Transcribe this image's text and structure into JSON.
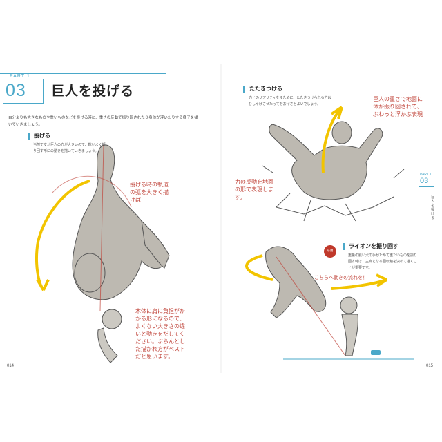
{
  "header": {
    "part_label": "PART 1",
    "part_number": "03",
    "title": "巨人を投げる"
  },
  "intro": "自分よりも大きなものや重いものなどを投げる時に、重さの反動で振り回されたり身体が浮いたりする様子を描いていきましょう。",
  "sections": [
    {
      "title": "投げる",
      "body": "当然ですが巨人の方が大きいので、靴いよく振り回す形にの動きを描いていきましょう。"
    },
    {
      "title": "たたきつける",
      "body": "力とのリアリティをまために、たたきつけられる方はひしゃげさせたっておおげさとよいでしょう。"
    },
    {
      "title": "ライオンを振り回す",
      "body": "重量の肌い犬の手がためて重たいものを振り回す時は、主点となる回転軸を決めて描くことが重要です。"
    }
  ],
  "badge": "応用",
  "notes": {
    "swing_path": "投げる時の軌道の弧を大きく描けば",
    "shoulder": "木体に肩に負担がかかる形になるので、よくない大きさの違いと動きをだしてください。ぶらんとした描かれ方がベストだと思います。",
    "slam": "巨人の重さで地面に体が振り回されて、ぶわっと浮かぶ表現",
    "impact": "力の反動を地面の形で表現します。",
    "spin": "こちらへ動きの流れを！"
  },
  "side_tab": {
    "label": "PART 1",
    "number": "03",
    "vertical": "巨人を投げる"
  },
  "page_numbers": {
    "left": "014",
    "right": "015"
  },
  "colors": {
    "accent": "#4aa8c9",
    "annotation": "#c0443a",
    "arrow": "#f2c400",
    "sketch": "#b9b5ad"
  }
}
